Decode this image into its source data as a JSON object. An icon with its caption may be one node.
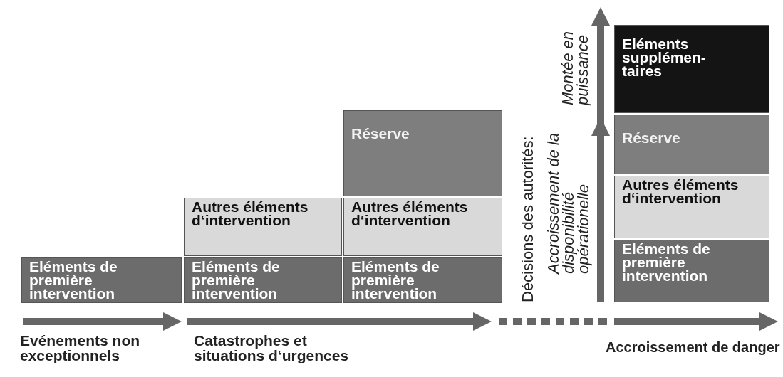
{
  "diagram": {
    "nodes": [
      {
        "text": [
          "Eléments de première intervention"
        ]
      },
      {
        "text": [
          "Autres éléments d‘intervention"
        ]
      },
      {
        "text": [
          "Eléments de première intervention"
        ]
      },
      {
        "text": [
          "Réserve"
        ]
      },
      {
        "text": [
          "Autres éléments d‘intervention"
        ]
      },
      {
        "text": [
          "Eléments de première intervention"
        ]
      },
      {
        "text": [
          "Eléments supplémen- taires"
        ]
      },
      {
        "text": [
          "Réserve"
        ]
      },
      {
        "text": [
          "Autres éléments d‘intervention"
        ]
      },
      {
        "text": [
          "Eléments de première intervention"
        ]
      }
    ],
    "labels": [
      "Décisions des autorités:",
      "Accroissement de la disponibilité opérationelle",
      "Montée en puissance",
      "Evénements non exceptionnels",
      "Catastrophes et situations d‘urgences",
      "Accroissement de danger"
    ]
  }
}
